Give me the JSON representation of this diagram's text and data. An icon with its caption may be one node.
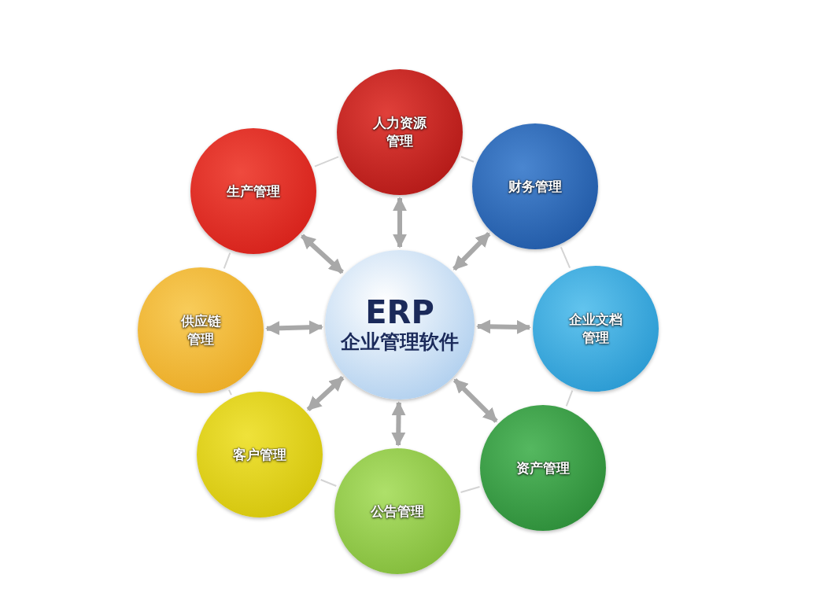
{
  "diagram": {
    "nodes": [
      {
        "text": [
          "ERP",
          "企业管理软件"
        ]
      },
      {
        "text": [
          "人力资源管理"
        ]
      },
      {
        "text": [
          "财务管理"
        ]
      },
      {
        "text": [
          "企业文档管理"
        ]
      },
      {
        "text": [
          "资产管理"
        ]
      },
      {
        "text": [
          "公告管理"
        ]
      },
      {
        "text": [
          "客户管理"
        ]
      },
      {
        "text": [
          "供应链管理"
        ]
      },
      {
        "text": [
          "生产管理"
        ]
      }
    ],
    "edges": [
      {
        "from": 0,
        "to": 1,
        "arrow": "both",
        "style": "thick"
      },
      {
        "from": 0,
        "to": 2,
        "arrow": "both",
        "style": "thick"
      },
      {
        "from": 0,
        "to": 3,
        "arrow": "both",
        "style": "thick"
      },
      {
        "from": 0,
        "to": 4,
        "arrow": "both",
        "style": "thick"
      },
      {
        "from": 0,
        "to": 5,
        "arrow": "both",
        "style": "thick"
      },
      {
        "from": 0,
        "to": 6,
        "arrow": "both",
        "style": "thick"
      },
      {
        "from": 0,
        "to": 7,
        "arrow": "both",
        "style": "thick"
      },
      {
        "from": 0,
        "to": 8,
        "arrow": "both",
        "style": "thick"
      },
      {
        "from": 1,
        "to": 2,
        "arrow": "none",
        "color": "#d4d4d4"
      },
      {
        "from": 2,
        "to": 3,
        "arrow": "none",
        "color": "#d4d4d4"
      },
      {
        "from": 3,
        "to": 4,
        "arrow": "none",
        "color": "#d4d4d4"
      },
      {
        "from": 4,
        "to": 5,
        "arrow": "none",
        "color": "#d4d4d4"
      },
      {
        "from": 5,
        "to": 6,
        "arrow": "none",
        "color": "#d4d4d4"
      },
      {
        "from": 6,
        "to": 7,
        "arrow": "none",
        "color": "#d4d4d4"
      },
      {
        "from": 7,
        "to": 8,
        "arrow": "none",
        "color": "#d4d4d4"
      },
      {
        "from": 8,
        "to": 1,
        "arrow": "none",
        "color": "#d4d4d4"
      }
    ]
  }
}
